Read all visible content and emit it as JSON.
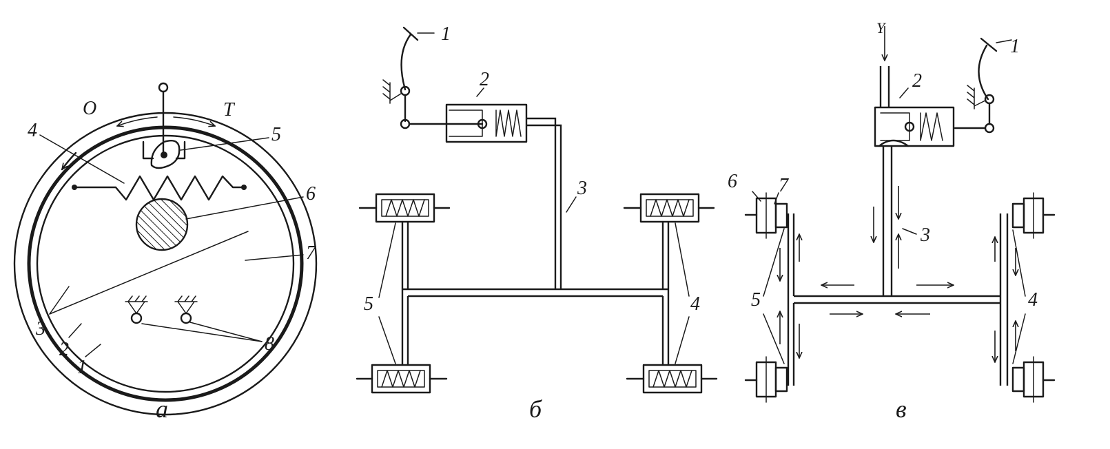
{
  "panel_a": {
    "caption": "a",
    "direction_left": "О",
    "direction_right": "Т",
    "labels": [
      "1",
      "2",
      "3",
      "4",
      "5",
      "6",
      "7",
      "8"
    ]
  },
  "panel_b": {
    "caption": "б",
    "labels": [
      "1",
      "2",
      "3",
      "4",
      "5"
    ]
  },
  "panel_c": {
    "caption": "в",
    "labels": [
      "1",
      "2",
      "3",
      "4",
      "5",
      "6",
      "7"
    ]
  }
}
